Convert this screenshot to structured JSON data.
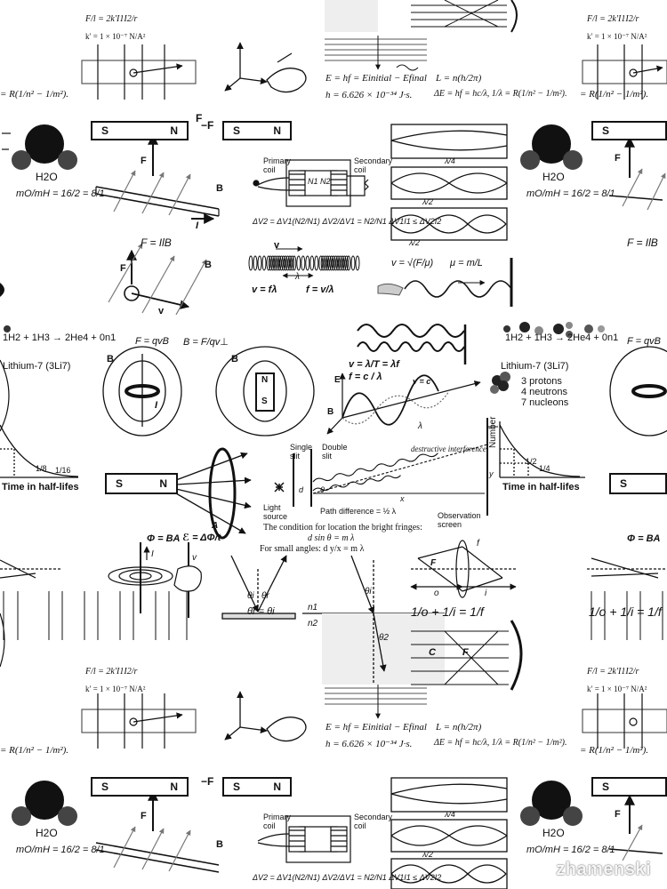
{
  "watermark": "zhamenski",
  "magnetic_bar": {
    "south": "S",
    "north": "N",
    "force_label": "F",
    "reaction_force_label": "−F",
    "field_label": "B",
    "current_label": "I"
  },
  "force_law": "F = IlB",
  "lorentz": {
    "force": "F = qvB",
    "field": "B = F/qv⊥",
    "velocity": "v"
  },
  "water": {
    "formula": "H2O",
    "ratio": "mO/mH = 16/2 = 8/1"
  },
  "lithium": {
    "title": "Lithium-7 (3Li7)",
    "protons": "3 protons",
    "neutrons": "4 neutrons",
    "nucleons": "7 nucleons"
  },
  "fusion": "1H2 + 1H3 → 2He4 + 0n1",
  "decay": {
    "xlabel": "Time in half-lifes",
    "ylabel": "Number",
    "ticks": [
      "1/2",
      "1/4",
      "1/8",
      "1/16"
    ]
  },
  "photon": {
    "energy": "E = hf = Einitial − Efinal",
    "planck": "h = 6.626 × 10⁻³⁴ J·s.",
    "angular_momentum": "L = n(h/2π)",
    "wavelength": "ΔE = hf = hc/λ,  1/λ = R(1/n² − 1/m²)."
  },
  "rydberg": "= R(1/n² − 1/m²).",
  "parallel_wires": {
    "force": "F/l = 2k′I1I2/r",
    "constant": "k′ = 1 × 10⁻⁷ N/A²"
  },
  "transformer": {
    "primary": "Primary coil",
    "secondary": "Secondary coil",
    "n1": "N1",
    "n2": "N2",
    "equations": "ΔV2 = ΔV1(N2/N1)   ΔV2/ΔV1 = N2/N1   ΔV1I1 ≤ ΔV2I2"
  },
  "standing_waves": [
    "λ/4",
    "λ/2",
    "λ/2"
  ],
  "waves": {
    "spring_v": "v",
    "spring_eq": "v = fλ",
    "spring_f": "f = v/λ",
    "spring_lambda": "λ",
    "string_speed": "v = √(F/μ)",
    "linear_density": "μ = m/L",
    "em_eq1": "v = λ/T = λf",
    "em_eq2": "f = c / λ",
    "em_c": "v = c",
    "em_E": "E",
    "em_B": "B",
    "em_lambda": "λ"
  },
  "double_slit": {
    "single": "Single slit",
    "double": "Double slit",
    "destructive": "destructive interference",
    "light": "Light source",
    "path": "Path difference = ½ λ",
    "screen": "Observation screen",
    "condition": "The condition for location the bright fringes:",
    "eq1": "d sin θ = m λ",
    "eq2": "For small angles: d y/x = m λ",
    "d": "d",
    "x": "x",
    "y": "y",
    "theta": "θ"
  },
  "induction": {
    "flux": "Φ = BA",
    "emf": "ℰ = ΔΦ/t",
    "area": "A",
    "i": "I",
    "v": "v"
  },
  "reflection": {
    "law": "θr = θi",
    "n1": "n1",
    "n2": "n2",
    "ti": "θi",
    "tr": "θr",
    "t2": "θ2"
  },
  "lens": {
    "equation": "1/o + 1/i = 1/f",
    "f": "f",
    "F": "F",
    "o": "o",
    "i": "i"
  },
  "mirror": {
    "C": "C",
    "F": "F"
  }
}
